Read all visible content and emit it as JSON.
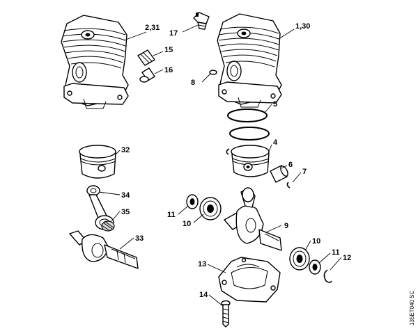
{
  "labels": {
    "l_231": "2,31",
    "l_130": "1,30",
    "l_17": "17",
    "l_15": "15",
    "l_16": "16",
    "l_8": "8",
    "l_5": "5",
    "l_4": "4",
    "l_32": "32",
    "l_6": "6",
    "l_7": "7",
    "l_34": "34",
    "l_35": "35",
    "l_11a": "11",
    "l_10a": "10",
    "l_9": "9",
    "l_33": "33",
    "l_10b": "10",
    "l_11b": "11",
    "l_12": "12",
    "l_13": "13",
    "l_14": "14"
  },
  "drawing_code": "135ET040 SC"
}
